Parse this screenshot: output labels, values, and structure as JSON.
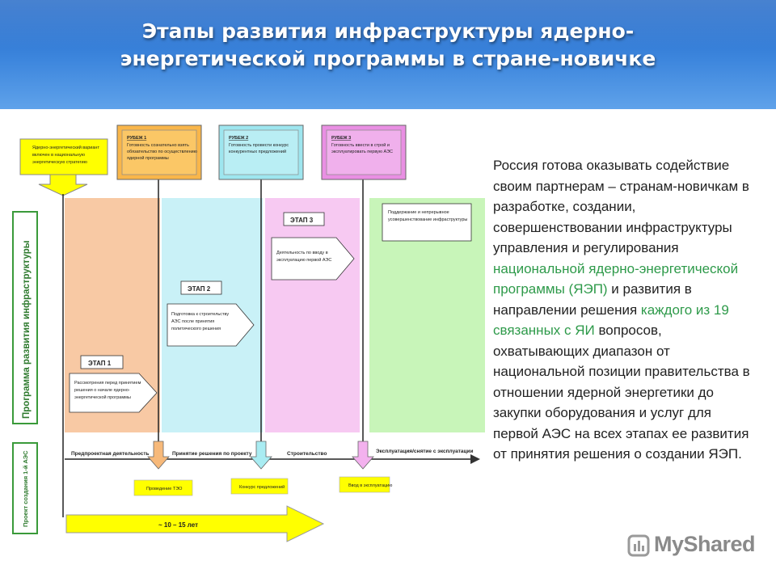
{
  "title": {
    "line1": "Этапы развития инфраструктуры ядерно-",
    "line2": "энергетической программы  в стране-новичке"
  },
  "diagram": {
    "decision_box": [
      "Ядерно-энергетический вариант",
      "включен в национальную",
      "энергетическую стратегию"
    ],
    "milestones": [
      {
        "heading": "РУБЕЖ 1",
        "lines": [
          "Готовность сознательно взять",
          "обязательство по осуществлению",
          "ядерной программы"
        ]
      },
      {
        "heading": "РУБЕЖ 2",
        "lines": [
          "Готовность провести конкурс",
          "конкурентных предложений"
        ]
      },
      {
        "heading": "РУБЕЖ 3",
        "lines": [
          "Готовность ввести в строй и",
          "эксплуатировать первую АЭС"
        ]
      }
    ],
    "phases": [
      {
        "label": "ЭТАП 1",
        "lines": [
          "Рассмотрения перед принятием",
          "решения о начале ядерно-",
          "энергетической программы"
        ]
      },
      {
        "label": "ЭТАП 2",
        "lines": [
          "Подготовка к строительству",
          "АЭС после принятия",
          "политического решения"
        ]
      },
      {
        "label": "ЭТАП 3",
        "lines": [
          "Деятельность по вводу в",
          "эксплуатацию первой АЭС"
        ]
      }
    ],
    "support_box": [
      "Поддержание и непрерывное",
      "усовершенствование инфраструктуры"
    ],
    "left_label_top": "Программа развития инфраструктуры",
    "left_label_bottom": "Проект создания 1-й АЭС",
    "project_stages": [
      "Предпроектная деятельность",
      "Принятие решения по проекту",
      "Строительство",
      "Эксплуатация/снятие с эксплуатации"
    ],
    "yellow_boxes": [
      "Проведение ТЭО",
      "Конкурс предложений",
      "Ввод в эксплуатацию"
    ],
    "timeline_label": "~ 10 – 15 лет"
  },
  "text": {
    "part1": "Россия готова оказывать содействие своим партнерам – странам-новичкам в разработке, создании, совершенствовании инфраструктуры управления и регулирования ",
    "hl1": "национальной ядерно-энергетической программы (ЯЭП)",
    "part2": " и развития в направлении решения ",
    "hl2": "каждого из 19 связанных с ЯИ",
    "part3": " вопросов, охватывающих диапазон от национальной позиции правительства в отношении ядерной энергетики до закупки оборудования и услуг для первой АЭС на всех этапах ее развития от принятия решения о создании ЯЭП."
  },
  "brand": {
    "name": "MyShared"
  },
  "colors": {
    "header": "#2f78d4",
    "highlight": "#2e9a4a",
    "phase1": "#f8c9a4",
    "phase2": "#c9f1f7",
    "phase3": "#f7c9f2",
    "phase4": "#c8f5b9"
  }
}
